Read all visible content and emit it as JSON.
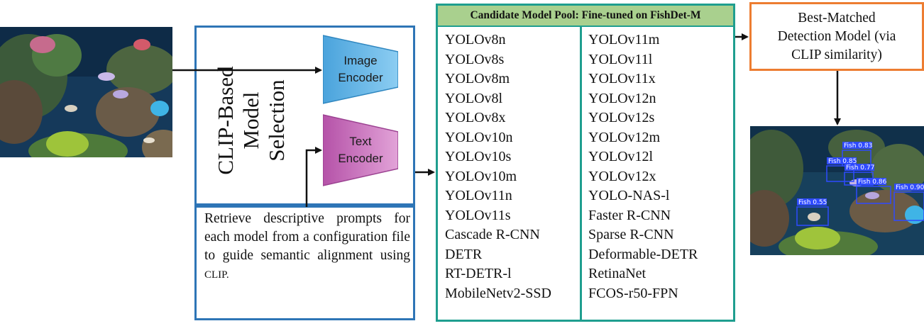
{
  "clip_selection": {
    "title_line1": "CLIP-Based",
    "title_line2": "Model",
    "title_line3": "Selection"
  },
  "image_encoder": {
    "line1": "Image",
    "line2": "Encoder",
    "color": "#5aaee0"
  },
  "text_encoder": {
    "line1": "Text",
    "line2": "Encoder",
    "color": "#c46bb8"
  },
  "prompt_box": {
    "text": "Retrieve descriptive prompts for each model from a configuration file to guide semantic alignment using",
    "text_tail": "CLIP."
  },
  "candidate_pool": {
    "header": "Candidate Model Pool: Fine-tuned on FishDet-M",
    "left_models": [
      "YOLOv8n",
      "YOLOv8s",
      "YOLOv8m",
      "YOLOv8l",
      "YOLOv8x",
      "YOLOv10n",
      "YOLOv10s",
      "YOLOv10m",
      "YOLOv11n",
      "YOLOv11s",
      "Cascade R-CNN",
      "DETR",
      "RT-DETR-l",
      "MobileNetv2-SSD"
    ],
    "right_models": [
      "YOLOv11m",
      "YOLOv11l",
      "YOLOv11x",
      "YOLOv12n",
      "YOLOv12s",
      "YOLOv12m",
      "YOLOv12l",
      "YOLOv12x",
      "YOLO-NAS-l",
      "Faster R-CNN",
      "Sparse R-CNN",
      "Deformable-DETR",
      "RetinaNet",
      "FCOS-r50-FPN"
    ]
  },
  "best_matched": {
    "line1": "Best-Matched",
    "line2": "Detection Model (via",
    "line3": "CLIP similarity)"
  },
  "detections": [
    {
      "label": "Fish 0.83"
    },
    {
      "label": "Fish 0.85"
    },
    {
      "label": "Fish 0.77"
    },
    {
      "label": "Fish 0.86"
    },
    {
      "label": "Fish 0.90"
    },
    {
      "label": "Fish 0.55"
    }
  ],
  "colors": {
    "clip_border": "#2e75b6",
    "pool_border": "#1f9e8f",
    "pool_header": "#a9d08e",
    "best_border": "#ed7d31",
    "detection_box": "#2f4bff"
  }
}
